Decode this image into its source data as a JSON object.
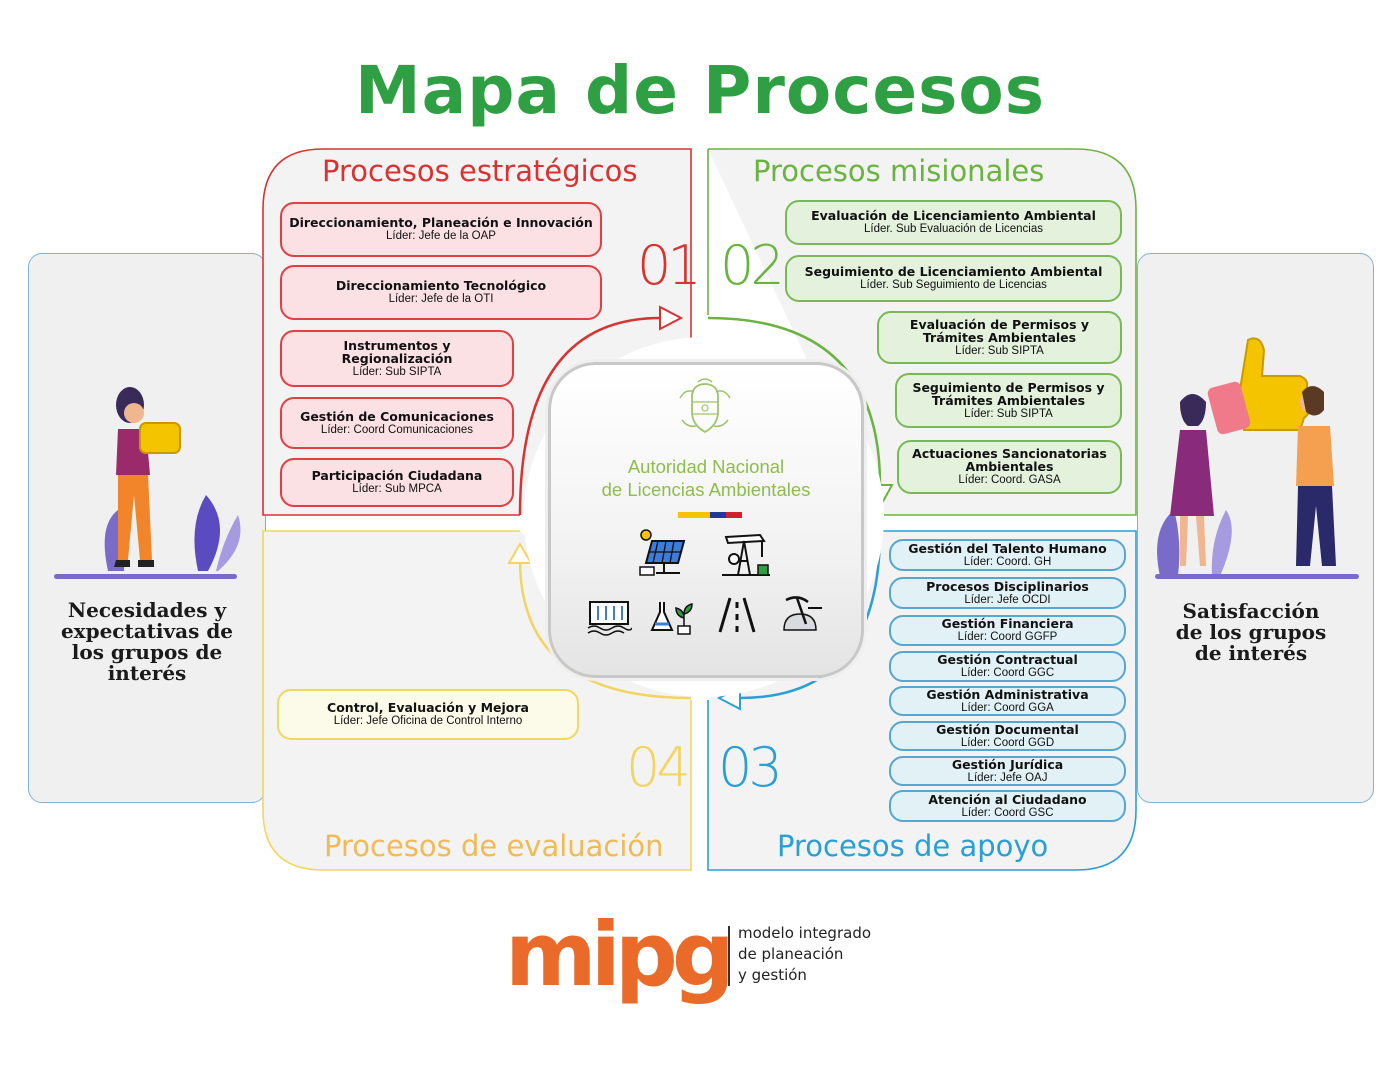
{
  "title": "Mapa de Procesos",
  "left_panel": {
    "text": "Necesidades y expectativas de los grupos de interés"
  },
  "right_panel": {
    "text": "Satisfacción de los grupos de interés"
  },
  "center": {
    "name_line1": "Autoridad Nacional",
    "name_line2": "de Licencias Ambientales"
  },
  "estrategicos": {
    "title": "Procesos estratégicos",
    "number": "01",
    "color": "#d93232",
    "items": [
      {
        "name": "Direccionamiento, Planeación e Innovación",
        "leader": "Líder: Jefe de la OAP"
      },
      {
        "name": "Direccionamiento Tecnológico",
        "leader": "Líder: Jefe de la OTI"
      },
      {
        "name": "Instrumentos y Regionalización",
        "leader": "Líder: Sub SIPTA"
      },
      {
        "name": "Gestión de Comunicaciones",
        "leader": "Líder: Coord Comunicaciones"
      },
      {
        "name": "Participación Ciudadana",
        "leader": "Líder: Sub MPCA"
      }
    ]
  },
  "misionales": {
    "title": "Procesos misionales",
    "number": "02",
    "color": "#6bb33f",
    "items": [
      {
        "name": "Evaluación de Licenciamiento Ambiental",
        "leader": "Líder. Sub Evaluación de Licencias"
      },
      {
        "name": "Seguimiento de Licenciamiento Ambiental",
        "leader": "Líder. Sub Seguimiento de Licencias"
      },
      {
        "name": "Evaluación de Permisos y Trámites Ambientales",
        "leader": "Líder: Sub SIPTA"
      },
      {
        "name": "Seguimiento de Permisos y Trámites Ambientales",
        "leader": "Líder: Sub SIPTA"
      },
      {
        "name": "Actuaciones Sancionatorias Ambientales",
        "leader": "Líder: Coord. GASA"
      }
    ]
  },
  "apoyo": {
    "title": "Procesos de apoyo",
    "number": "03",
    "color": "#2a9fd6",
    "items": [
      {
        "name": "Gestión del Talento Humano",
        "leader": "Líder: Coord. GH"
      },
      {
        "name": "Procesos Disciplinarios",
        "leader": "Líder: Jefe OCDI"
      },
      {
        "name": "Gestión Financiera",
        "leader": "Líder: Coord GGFP"
      },
      {
        "name": "Gestión Contractual",
        "leader": "Líder: Coord GGC"
      },
      {
        "name": "Gestión Administrativa",
        "leader": "Líder: Coord GGA"
      },
      {
        "name": "Gestión Documental",
        "leader": "Líder: Coord GGD"
      },
      {
        "name": "Gestión Jurídica",
        "leader": "Líder: Jefe OAJ"
      },
      {
        "name": "Atención al Ciudadano",
        "leader": "Líder: Coord GSC"
      }
    ]
  },
  "evaluacion": {
    "title": "Procesos de evaluación",
    "number": "04",
    "color": "#f2c04a",
    "items": [
      {
        "name": "Control, Evaluación y Mejora",
        "leader": "Líder: Jefe Oficina de Control Interno"
      }
    ]
  },
  "footer": {
    "logo": "mipg",
    "line1": "modelo integrado",
    "line2": "de planeación",
    "line3": "y gestión"
  }
}
